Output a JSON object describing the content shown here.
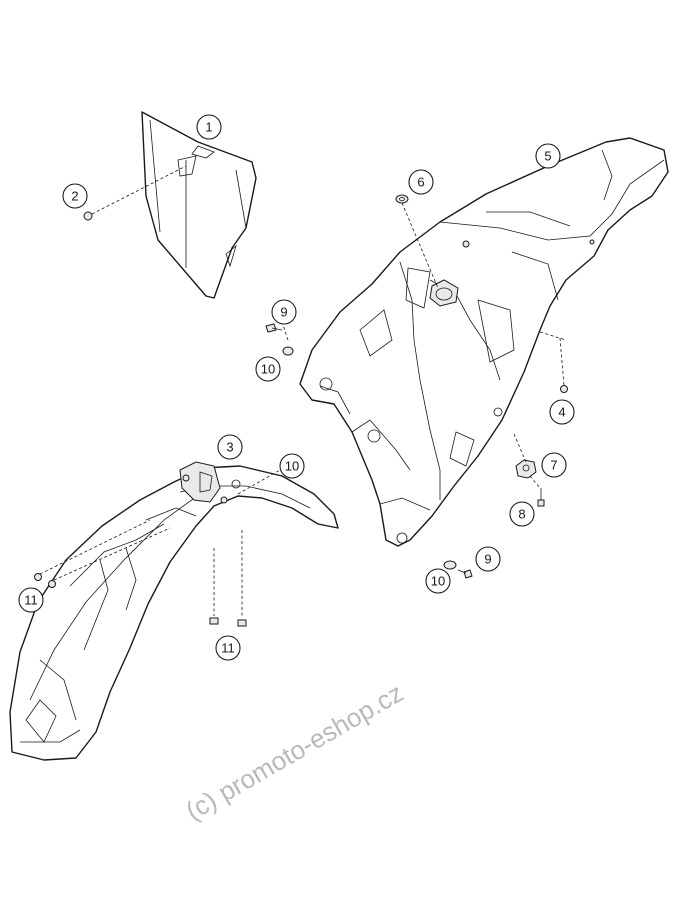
{
  "callouts": [
    {
      "id": "c1",
      "label": "1"
    },
    {
      "id": "c2",
      "label": "2"
    },
    {
      "id": "c3",
      "label": "3"
    },
    {
      "id": "c4",
      "label": "4"
    },
    {
      "id": "c5",
      "label": "5"
    },
    {
      "id": "c6",
      "label": "6"
    },
    {
      "id": "c7",
      "label": "7"
    },
    {
      "id": "c8",
      "label": "8"
    },
    {
      "id": "c9a",
      "label": "9"
    },
    {
      "id": "c9b",
      "label": "9"
    },
    {
      "id": "c10a",
      "label": "10"
    },
    {
      "id": "c10b",
      "label": "10"
    },
    {
      "id": "c10c",
      "label": "10"
    },
    {
      "id": "c11a",
      "label": "11"
    },
    {
      "id": "c11b",
      "label": "11"
    }
  ],
  "watermark": "(c) promoto-eshop.cz"
}
